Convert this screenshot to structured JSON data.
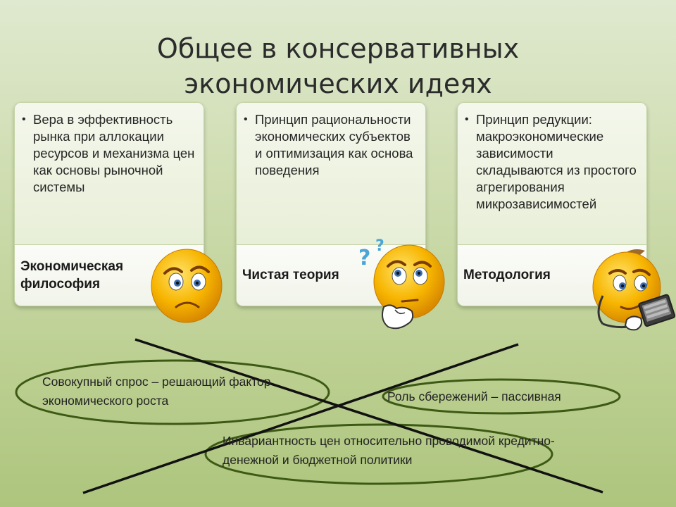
{
  "slide": {
    "title": "Общее в консервативных экономических идеях"
  },
  "cards": [
    {
      "bullet": "Вера в эффективность рынка при аллокации ресурсов и механизма цен как основы рыночной системы",
      "label": "Экономическая философия"
    },
    {
      "bullet": "Принцип рациональности экономических субъектов и оптимизация как основа поведения",
      "label": "Чистая теория"
    },
    {
      "bullet": "Принцип редукции: макроэкономические зависимости складываются из простого агрегирования микрозависимостей",
      "label": "Методология"
    }
  ],
  "ovals": [
    {
      "text": "Совокупный спрос – решающий фактор экономического роста"
    },
    {
      "text": "Роль сбережений – пассивная"
    },
    {
      "text": "Инвариантность цен относительно проводимой кредитно-денежной и бюджетной политики"
    }
  ],
  "icons": {
    "smiley_1": "frowning-smiley-icon",
    "smiley_2": "thinking-smiley-icon",
    "smiley_3": "smiley-with-laptop-icon",
    "question_mark": "?"
  },
  "colors": {
    "oval_stroke": "#3d5a15",
    "cross_stroke": "#111111",
    "smiley_fill": "#f7b500"
  }
}
